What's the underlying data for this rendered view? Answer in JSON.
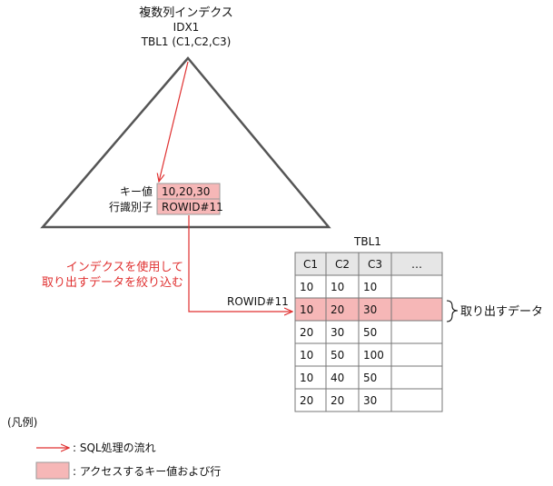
{
  "index": {
    "title": "複数列インデクス",
    "name": "IDX1",
    "table_columns": "TBL1 (C1,C2,C3)"
  },
  "key_entry": {
    "key_label": "キー値",
    "key_value": "10,20,30",
    "rowid_label": "行識別子",
    "rowid_value": "ROWID#11"
  },
  "flow": {
    "annotation_line1": "インデクスを使用して",
    "annotation_line2": "取り出すデータを絞り込む",
    "rowid_pointer": "ROWID#11"
  },
  "table": {
    "name": "TBL1",
    "headers": [
      "C1",
      "C2",
      "C3",
      "…"
    ],
    "rows": [
      [
        "10",
        "10",
        "10",
        ""
      ],
      [
        "10",
        "20",
        "30",
        ""
      ],
      [
        "20",
        "30",
        "50",
        ""
      ],
      [
        "10",
        "50",
        "100",
        ""
      ],
      [
        "10",
        "40",
        "50",
        ""
      ],
      [
        "20",
        "20",
        "30",
        ""
      ]
    ],
    "highlighted_row": 1,
    "retrieved_label": "取り出すデータ"
  },
  "legend": {
    "title": "(凡例)",
    "arrow_label": ": SQL処理の流れ",
    "box_label": ": アクセスするキー値および行"
  },
  "colors": {
    "arrow": "#e03030",
    "highlight": "#f6b7b7",
    "header": "#e6e6e6",
    "outline": "#555555"
  }
}
